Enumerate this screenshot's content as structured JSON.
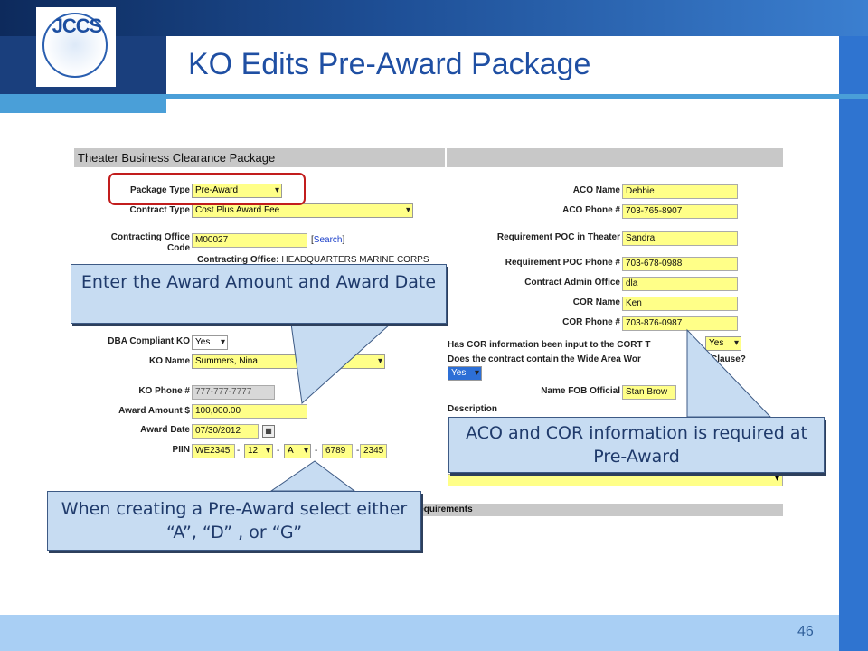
{
  "slide": {
    "title": "KO Edits Pre-Award Package",
    "page_number": "46",
    "logo_text": "JCCS"
  },
  "form": {
    "header_left": "Theater Business Clearance Package",
    "header_bottom": "Requirements",
    "package_type": {
      "label": "Package Type",
      "value": "Pre-Award"
    },
    "contract_type": {
      "label": "Contract Type",
      "value": "Cost Plus Award Fee"
    },
    "contracting_office_code": {
      "label_line1": "Contracting Office",
      "label_line2": "Code",
      "value": "M00027",
      "search_label": "[Search]",
      "search_open": "[",
      "search_text": "Search",
      "search_close": "]"
    },
    "contracting_office": {
      "label": "Contracting Office:",
      "value": "HEADQUARTERS MARINE CORPS"
    },
    "dba_compliant_ko": {
      "label": "DBA Compliant KO",
      "value": "Yes"
    },
    "ko_name": {
      "label": "KO Name",
      "value": "Summers, Nina"
    },
    "ko_phone": {
      "label": "KO Phone #",
      "value": "777-777-7777"
    },
    "award_amount": {
      "label": "Award Amount $",
      "value": "100,000.00"
    },
    "award_date": {
      "label": "Award Date",
      "value": "07/30/2012"
    },
    "piin": {
      "label": "PIIN",
      "part1": "WE2345",
      "part2": "12",
      "part3": "A",
      "part4": "6789",
      "part5": "2345",
      "sep": "-"
    },
    "aco_name": {
      "label": "ACO Name",
      "value": "Debbie"
    },
    "aco_phone": {
      "label": "ACO Phone #",
      "value": "703-765-8907"
    },
    "req_poc_theater": {
      "label": "Requirement POC in Theater",
      "value": "Sandra"
    },
    "req_poc_phone": {
      "label": "Requirement POC Phone #",
      "value": "703-678-0988"
    },
    "contract_admin_office": {
      "label": "Contract Admin Office",
      "value": "dla"
    },
    "cor_name": {
      "label": "COR Name",
      "value": "Ken"
    },
    "cor_phone": {
      "label": "COR Phone #",
      "value": "703-876-0987"
    },
    "cort_question": {
      "label": "Has COR information been input to the CORT T",
      "value": "Yes"
    },
    "wide_area_question": {
      "label": "Does the contract contain the Wide Area Wor",
      "label_tail": "Clause?",
      "value": "Yes"
    },
    "fob_official": {
      "label": "Name FOB Official",
      "value": "Stan Brow"
    },
    "description": {
      "label": "Description"
    }
  },
  "callouts": {
    "award_amount_date": "Enter the Award Amount and Award Date",
    "aco_cor": "ACO and COR information is required at Pre-Award",
    "pre_award_select": "When creating a Pre-Award select either “A”, “D” , or “G”"
  }
}
